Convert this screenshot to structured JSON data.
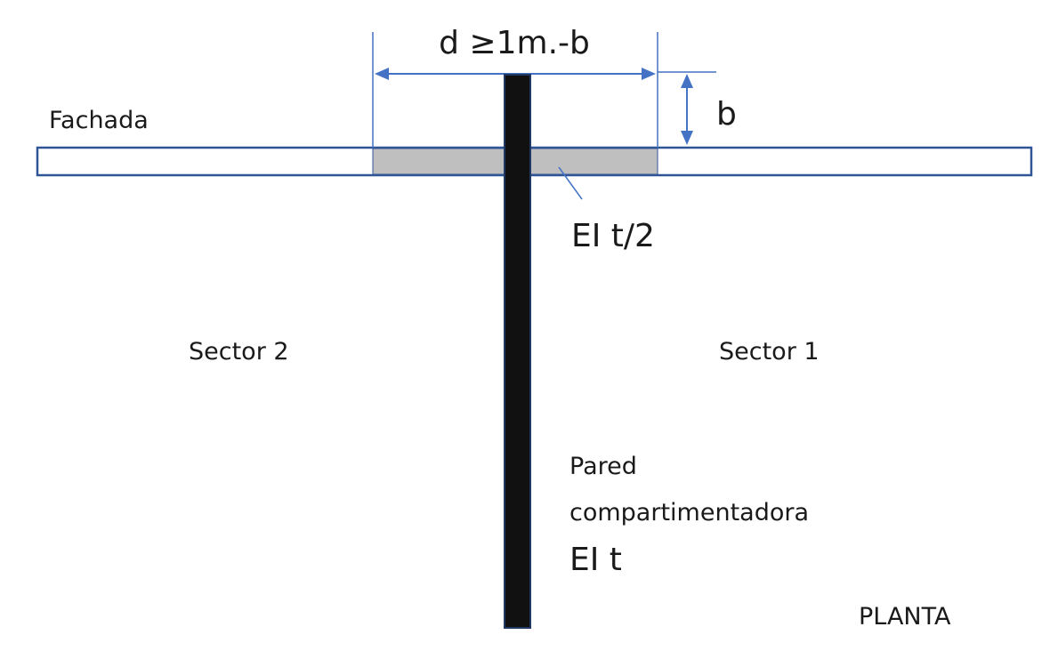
{
  "labels": {
    "dimension_d": "d ≥1m.-b",
    "dimension_b": "b",
    "facade": "Fachada",
    "strip_rating": "EI t/2",
    "sector_left": "Sector 2",
    "sector_right": "Sector 1",
    "wall_line1": "Pared",
    "wall_line2": "compartimentadora",
    "wall_rating": "EI t",
    "view": "PLANTA"
  },
  "colors": {
    "dimension_lines": "#4472c4",
    "facade_outline": "#2f5597",
    "fire_strip_fill": "#bfbfbf",
    "wall_fill": "#111111",
    "wall_outline": "#1f3864",
    "text": "#1a1a1a"
  }
}
